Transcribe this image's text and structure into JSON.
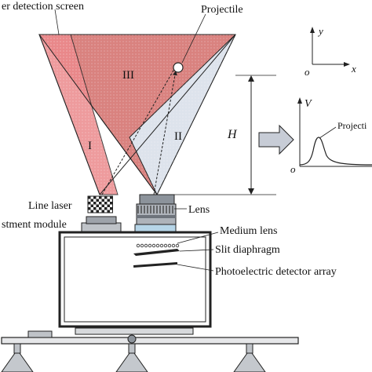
{
  "labels": {
    "screen": "er detection screen",
    "projectile": "Projectile",
    "region_iii": "III",
    "region_i": "I",
    "region_ii": "II",
    "height": "H",
    "line_laser": "Line laser",
    "adjustment_module": "stment module",
    "lens": "Lens",
    "medium_lens": "Medium lens",
    "slit_diaphragm": "Slit diaphragm",
    "detector_array": "Photoelectric detector array"
  },
  "axes_xy": {
    "y": "y",
    "x": "x",
    "origin": "o"
  },
  "signal_plot": {
    "v_axis": "V",
    "origin": "o",
    "curve_label": "Projecti"
  },
  "colors": {
    "screen_fill": "#d9827f",
    "region_i": "#ec8a8d",
    "region_ii": "#dde3ec",
    "stroke": "#222222",
    "arrow_fill": "#c7ccd6"
  }
}
